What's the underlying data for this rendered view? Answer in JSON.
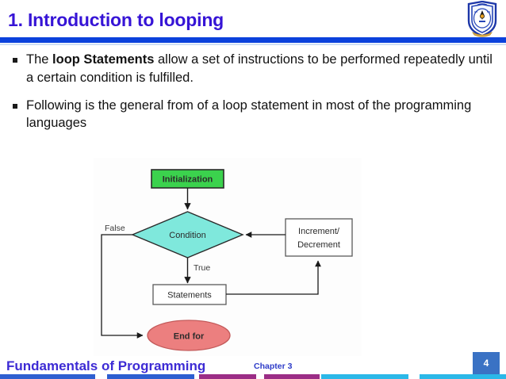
{
  "slide": {
    "title": "1. Introduction to looping",
    "title_color": "#3614d6",
    "rule_color": "#0b41dc",
    "logo_icon": "university-crest-icon"
  },
  "body": {
    "bullets": [
      {
        "marker": "square-bullet-icon",
        "lead": "The ",
        "strong": "loop Statements",
        "rest": " allow a set  of instructions to be  performed repeatedly until a certain condition is fulfilled."
      },
      {
        "marker": "square-bullet-icon",
        "lead": "Following is the general from of a loop  statement in most of the programming  languages",
        "strong": "",
        "rest": ""
      }
    ]
  },
  "flowchart": {
    "type": "flowchart",
    "nodes": [
      {
        "id": "initialization",
        "label": "Initialization",
        "shape": "rect",
        "fill": "#3bd24d",
        "stroke": "#2a2a2a"
      },
      {
        "id": "condition",
        "label": "Condition",
        "shape": "diamond",
        "fill": "#7fe8dc",
        "stroke": "#2a2a2a"
      },
      {
        "id": "increment",
        "label_line1": "Increment/",
        "label_line2": "Decrement",
        "shape": "rect",
        "fill": "#ffffff",
        "stroke": "#5a5a5a"
      },
      {
        "id": "statements",
        "label": "Statements",
        "shape": "rect",
        "fill": "#ffffff",
        "stroke": "#5a5a5a"
      },
      {
        "id": "end-for",
        "label": "End for",
        "shape": "ellipse",
        "fill": "#ec7f7f",
        "stroke": "#c35a5a"
      }
    ],
    "edge_labels": {
      "false": "False",
      "true": "True"
    }
  },
  "footer": {
    "course_title": "Fundamentals of Programming",
    "chapter": "Chapter 3",
    "slide_number": "4",
    "badge_color": "#3a72c4",
    "bar_segments": [
      {
        "color": "#2f5fd0",
        "width": 120
      },
      {
        "color": "#ffffff",
        "width": 15
      },
      {
        "color": "#2d5ed0",
        "width": 110
      },
      {
        "color": "#ffffff",
        "width": 6
      },
      {
        "color": "#9b2d86",
        "width": 72
      },
      {
        "color": "#ffffff",
        "width": 10
      },
      {
        "color": "#9b2d86",
        "width": 70
      },
      {
        "color": "#ffffff",
        "width": 2
      },
      {
        "color": "#2bb8e8",
        "width": 110
      },
      {
        "color": "#ffffff",
        "width": 14
      },
      {
        "color": "#2bb8e8",
        "width": 109
      }
    ]
  }
}
